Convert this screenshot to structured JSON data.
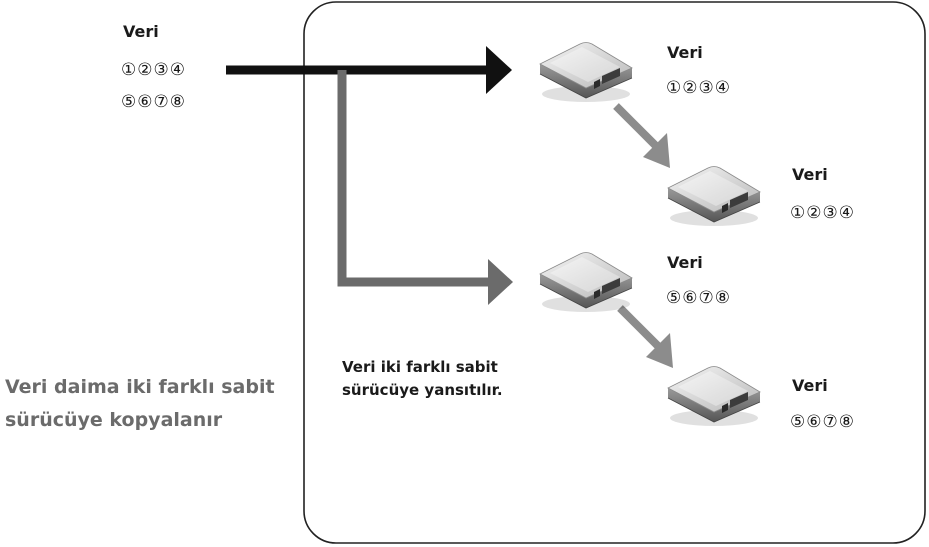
{
  "source": {
    "label": "Veri",
    "line1": "①②③④",
    "line2": "⑤⑥⑦⑧"
  },
  "drives": [
    {
      "label": "Veri",
      "data": "①②③④"
    },
    {
      "label": "Veri",
      "data": "①②③④"
    },
    {
      "label": "Veri",
      "data": "⑤⑥⑦⑧"
    },
    {
      "label": "Veri",
      "data": "⑤⑥⑦⑧"
    }
  ],
  "box_caption": {
    "line1": "Veri iki farklı sabit",
    "line2": "sürücüye yansıtılır."
  },
  "side_caption": {
    "line1": "Veri daima iki farklı sabit",
    "line2": "sürücüye kopyalanır"
  },
  "colors": {
    "main_arrow": "#111111",
    "branch_arrow": "#6b6b6b",
    "copy_arrow": "#8c8c8c",
    "side_text": "#6b6b6b"
  },
  "icons": [
    "hard-drive-icon"
  ]
}
